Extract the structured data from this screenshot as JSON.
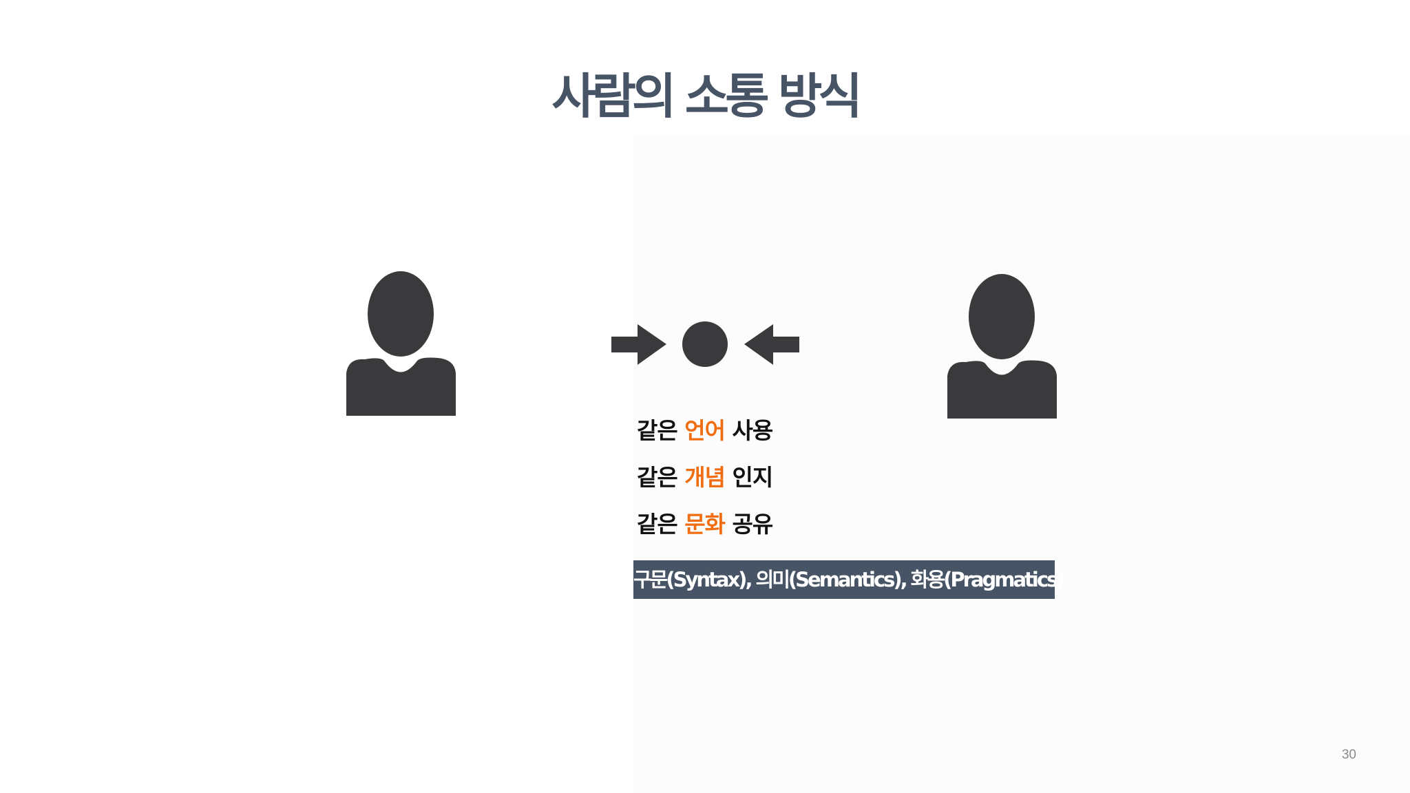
{
  "slide": {
    "title": "사람의 소통 방식",
    "page_number": "30"
  },
  "lines": [
    {
      "prefix": "같은",
      "accent": "언어",
      "suffix": "사용"
    },
    {
      "prefix": "같은",
      "accent": "개념",
      "suffix": "인지"
    },
    {
      "prefix": "같은",
      "accent": "문화",
      "suffix": "공유"
    }
  ],
  "banner": {
    "text": "구문(Syntax), 의미(Semantics), 화용(Pragmatics)"
  },
  "icons": {
    "left_person": "person-icon",
    "right_person": "person-icon",
    "left_arrow": "arrow-right-icon",
    "center_dot": "circle-icon",
    "right_arrow": "arrow-left-icon"
  },
  "colors": {
    "title": "#475466",
    "accent": "#f06d12",
    "banner_bg": "#475466",
    "icon": "#3a3a3c"
  }
}
